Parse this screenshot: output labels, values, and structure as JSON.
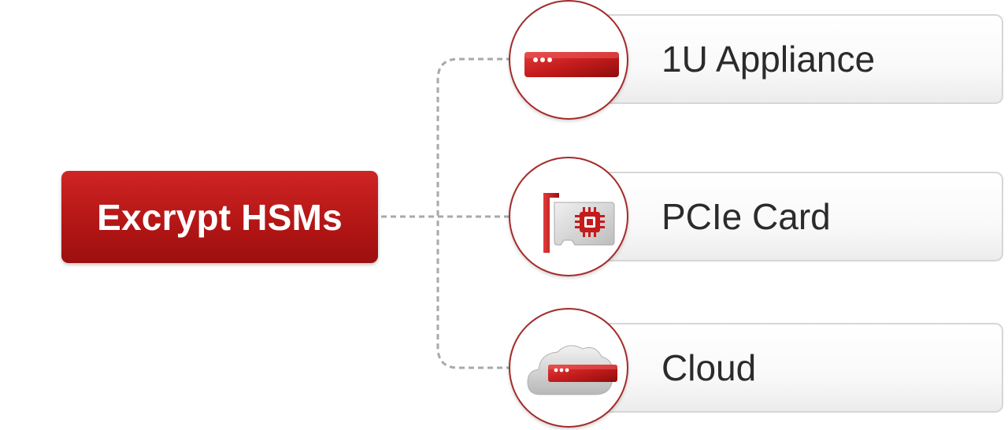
{
  "diagram": {
    "root": {
      "label": "Excrypt HSMs",
      "color": "#b51616"
    },
    "connector_color": "#a9a9a9",
    "nodes": [
      {
        "label": "1U Appliance",
        "icon": "server-appliance-icon"
      },
      {
        "label": "PCIe Card",
        "icon": "pcie-card-icon"
      },
      {
        "label": "Cloud",
        "icon": "cloud-server-icon"
      }
    ]
  }
}
